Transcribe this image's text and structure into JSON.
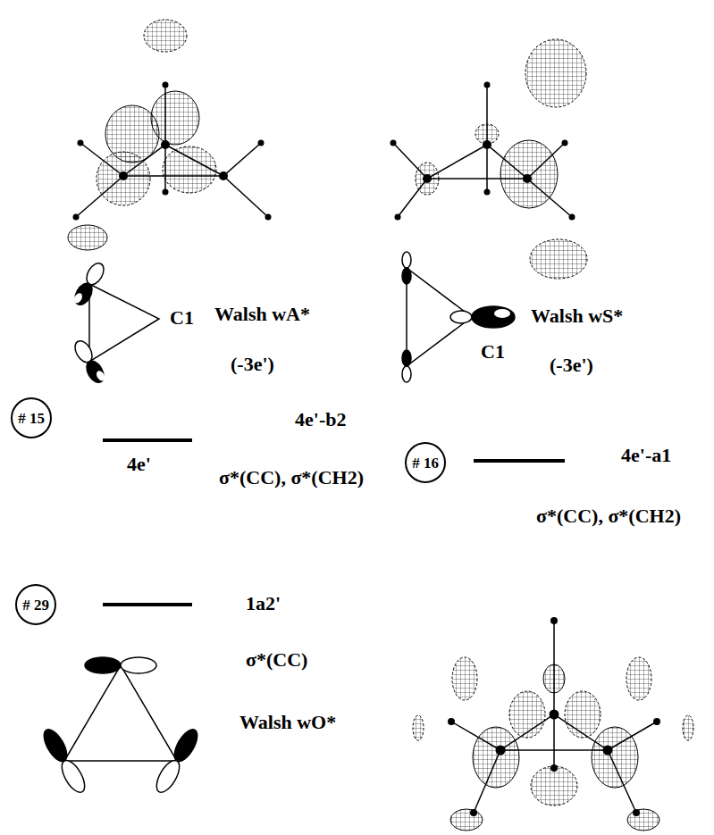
{
  "diagram": {
    "nodes": [
      {
        "text": [
          "# 15"
        ]
      },
      {
        "text": [
          "# 16"
        ]
      },
      {
        "text": [
          "# 29"
        ]
      }
    ],
    "labels": [
      "Walsh wA*",
      "(-3e')",
      "C1",
      "4e'-b2",
      "4e'",
      "σ*(CC), σ*(CH2)",
      "C1",
      "Walsh wS*",
      "(-3e')",
      "4e'-a1",
      "σ*(CC), σ*(CH2)",
      "1a2'",
      "σ*(CC)",
      "Walsh wO*"
    ]
  }
}
